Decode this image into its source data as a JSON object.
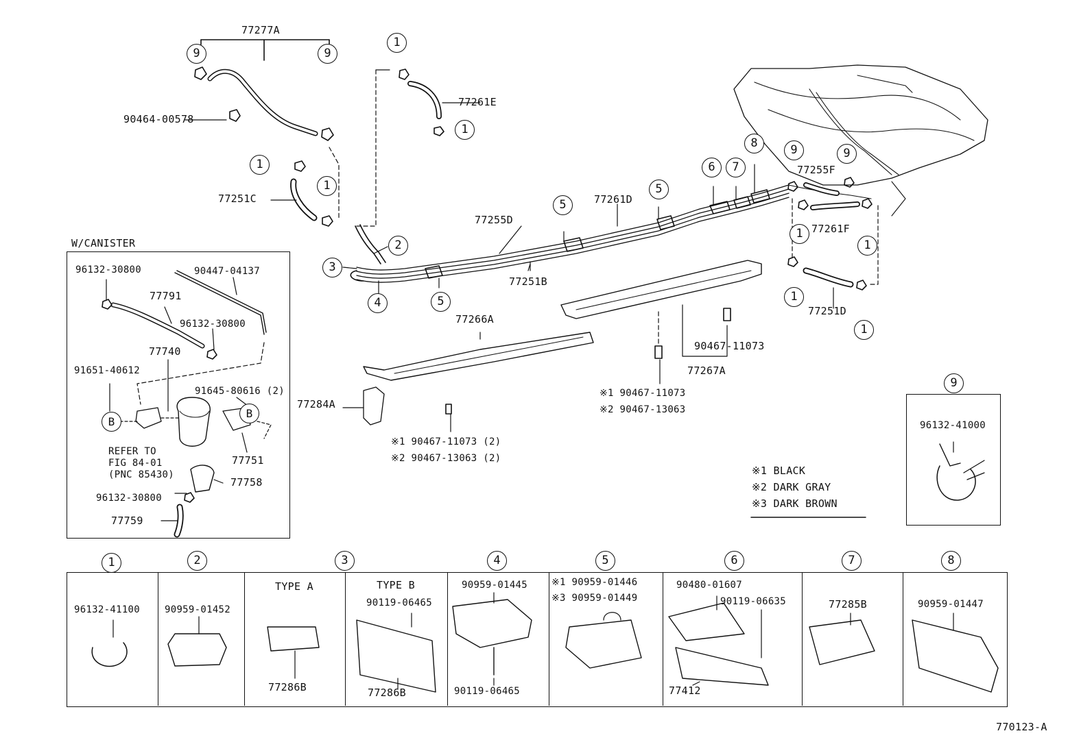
{
  "diagram_id": "770123-A",
  "canister_box_title": "W/CANISTER",
  "callouts": [
    "1",
    "2",
    "3",
    "4",
    "5",
    "6",
    "7",
    "8",
    "9"
  ],
  "circled_letter": "B",
  "part_labels": {
    "p77277A": "77277A",
    "p90464_00578": "90464-00578",
    "p77261E": "77261E",
    "p77251C": "77251C",
    "p77255D": "77255D",
    "p77261D": "77261D",
    "p77251B": "77251B",
    "p77255F": "77255F",
    "p77261F": "77261F",
    "p77251D": "77251D",
    "p77266A": "77266A",
    "p77284A": "77284A",
    "p90467_11073_a": "90467-11073",
    "p77267A": "77267A",
    "p96132_30800_a": "96132-30800",
    "p90447_04137": "90447-04137",
    "p77791": "77791",
    "p96132_30800_b": "96132-30800",
    "p77740": "77740",
    "p91651_40612": "91651-40612",
    "p91645_80616": "91645-80616 (2)",
    "p77751": "77751",
    "p77758": "77758",
    "p96132_30800_c": "96132-30800",
    "p77759": "77759",
    "p96132_41000": "96132-41000"
  },
  "refer_note": [
    "REFER TO",
    "FIG 84-01",
    "(PNC 85430)"
  ],
  "variant_notes": {
    "rail_left_1": "※1 90467-11073 (2)",
    "rail_left_2": "※2 90467-13063 (2)",
    "rail_right_1": "※1 90467-11073",
    "rail_right_2": "※2 90467-13063"
  },
  "color_legend": [
    "※1 BLACK",
    "※2 DARK GRAY",
    "※3 DARK BROWN"
  ],
  "parts_table": [
    {
      "callout": "1",
      "lines": [
        "96132-41100"
      ]
    },
    {
      "callout": "2",
      "lines": [
        "90959-01452"
      ]
    },
    {
      "callout": "3",
      "type_a": "TYPE A",
      "type_a_part": "77286B",
      "type_b": "TYPE B",
      "type_b_bolt": "90119-06465",
      "type_b_part": "77286B"
    },
    {
      "callout": "4",
      "lines": [
        "90959-01445",
        "90119-06465"
      ]
    },
    {
      "callout": "5",
      "lines": [
        "※1 90959-01446",
        "※3 90959-01449"
      ]
    },
    {
      "callout": "6",
      "lines": [
        "90480-01607",
        "90119-06635",
        "77412"
      ]
    },
    {
      "callout": "7",
      "lines": [
        "77285B"
      ]
    },
    {
      "callout": "8",
      "lines": [
        "90959-01447"
      ]
    }
  ]
}
